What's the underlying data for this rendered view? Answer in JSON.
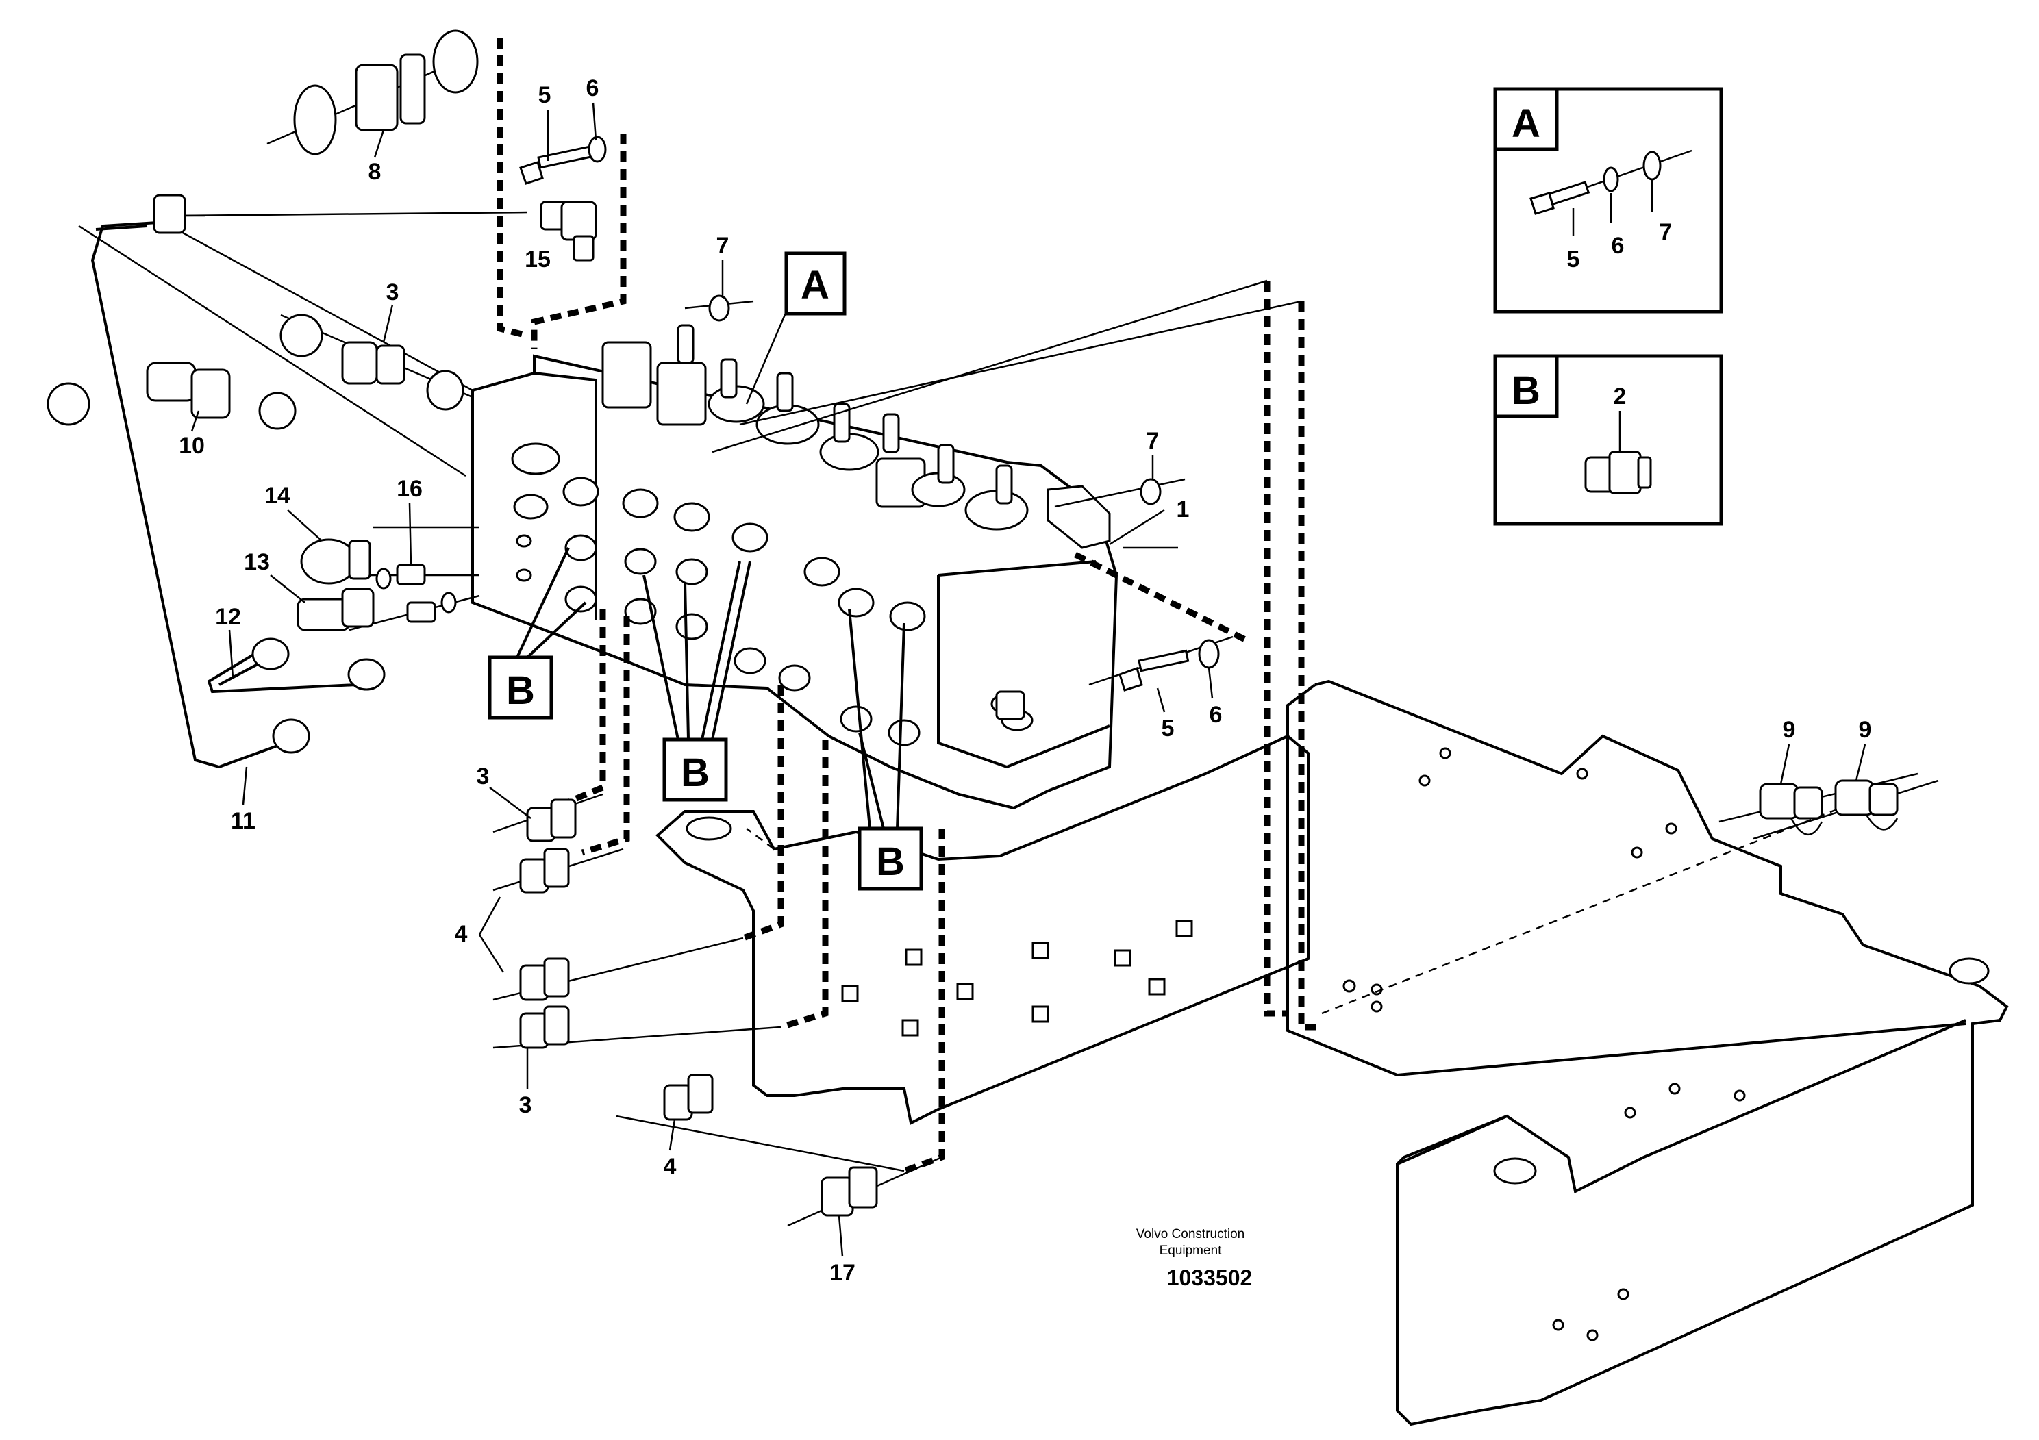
{
  "parts": {
    "p1": "1",
    "p2": "2",
    "p3a": "3",
    "p3b": "3",
    "p3c": "3",
    "p4a": "4",
    "p4b": "4",
    "p5a": "5",
    "p5b": "5",
    "p5c": "5",
    "p6a": "6",
    "p6b": "6",
    "p6c": "6",
    "p7a": "7",
    "p7b": "7",
    "p7c": "7",
    "p8": "8",
    "p9a": "9",
    "p9b": "9",
    "p10": "10",
    "p11": "11",
    "p12": "12",
    "p13": "13",
    "p14": "14",
    "p15": "15",
    "p16": "16",
    "p17": "17"
  },
  "callouts": {
    "a_main": "A",
    "b1": "B",
    "b2": "B",
    "b3": "B",
    "a_detail": "A",
    "b_detail": "B"
  },
  "credit_line1": "Volvo Construction",
  "credit_line2": "Equipment",
  "document_number": "1033502"
}
